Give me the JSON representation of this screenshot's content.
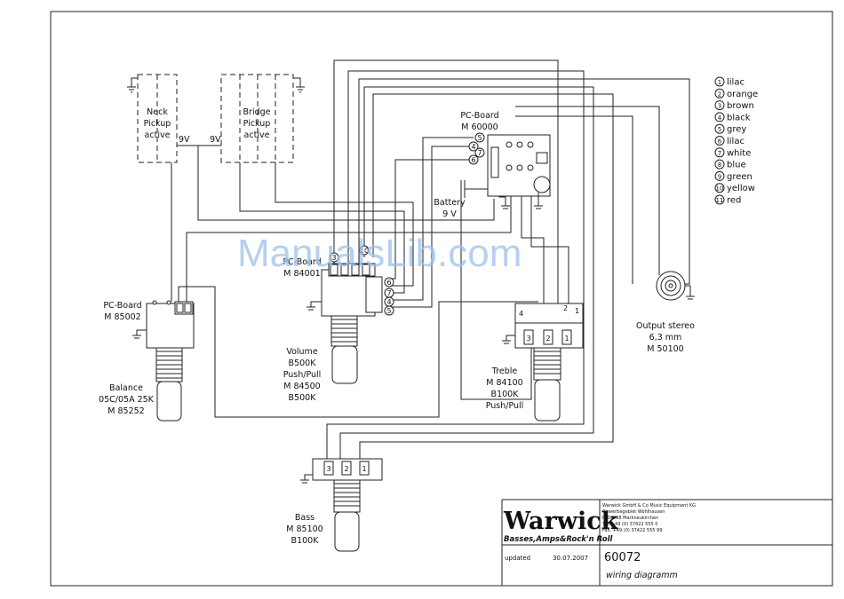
{
  "labels": {
    "neck": [
      "Neck",
      "Pickup",
      "active"
    ],
    "bridge": [
      "Bridge",
      "Pickup",
      "active"
    ],
    "nine_v_a": "9V",
    "nine_v_b": "9V",
    "pcb_main": [
      "PC-Board",
      "M 60000"
    ],
    "battery": [
      "Battery",
      "9 V"
    ],
    "pcb_vol": [
      "PC-Board",
      "M 84001"
    ],
    "pcb_bal": [
      "PC-Board",
      "M 85002"
    ],
    "volume": [
      "Volume",
      "B500K",
      "Push/Pull",
      "M 84500",
      "B500K"
    ],
    "balance": [
      "Balance",
      "05C/05A 25K",
      "M 85252"
    ],
    "treble": [
      "Treble",
      "M 84100",
      "B100K",
      "Push/Pull"
    ],
    "bass": [
      "Bass",
      "M 85100",
      "B100K"
    ],
    "output": [
      "Output stereo",
      "6,3 mm",
      "M 50100"
    ]
  },
  "legend": [
    {
      "num": "1",
      "color": "lilac"
    },
    {
      "num": "2",
      "color": "orange"
    },
    {
      "num": "3",
      "color": "brown"
    },
    {
      "num": "4",
      "color": "black"
    },
    {
      "num": "5",
      "color": "grey"
    },
    {
      "num": "6",
      "color": "lilac"
    },
    {
      "num": "7",
      "color": "white"
    },
    {
      "num": "8",
      "color": "blue"
    },
    {
      "num": "9",
      "color": "green"
    },
    {
      "num": "10",
      "color": "yellow"
    },
    {
      "num": "11",
      "color": "red"
    }
  ],
  "title_block": {
    "logo": "Warwick",
    "tagline": "Basses,Amps&Rock'n Roll",
    "company": [
      "Warwick GmbH & Co Music Equipment KG",
      "Gewerbegebiet Wohlhausen",
      "D-08258 Markneukirchen",
      "Tel. +49 (0) 37422 555 0",
      "Fax. +49 (0) 37422 555 99"
    ],
    "updated_label": "updated",
    "updated_date": "30.07.2007",
    "drawing_number": "60072",
    "drawing_title": "wiring diagramm"
  },
  "watermark": "ManualsLib.com"
}
